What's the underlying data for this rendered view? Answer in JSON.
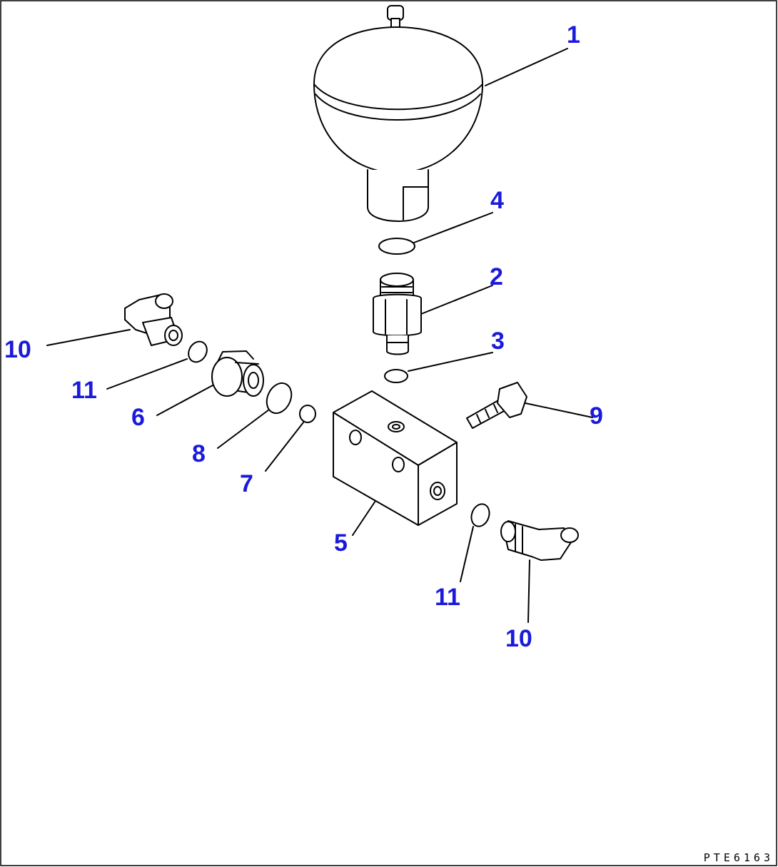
{
  "drawing_code": "PTE6163",
  "callouts": {
    "c1": "1",
    "c2": "2",
    "c3": "3",
    "c4": "4",
    "c5": "5",
    "c6": "6",
    "c7": "7",
    "c8": "8",
    "c9": "9",
    "c10_left": "10",
    "c10_right": "10",
    "c11_left": "11",
    "c11_right": "11"
  },
  "colors": {
    "callout": "#1a1adb",
    "line": "#000000",
    "background": "#ffffff"
  }
}
